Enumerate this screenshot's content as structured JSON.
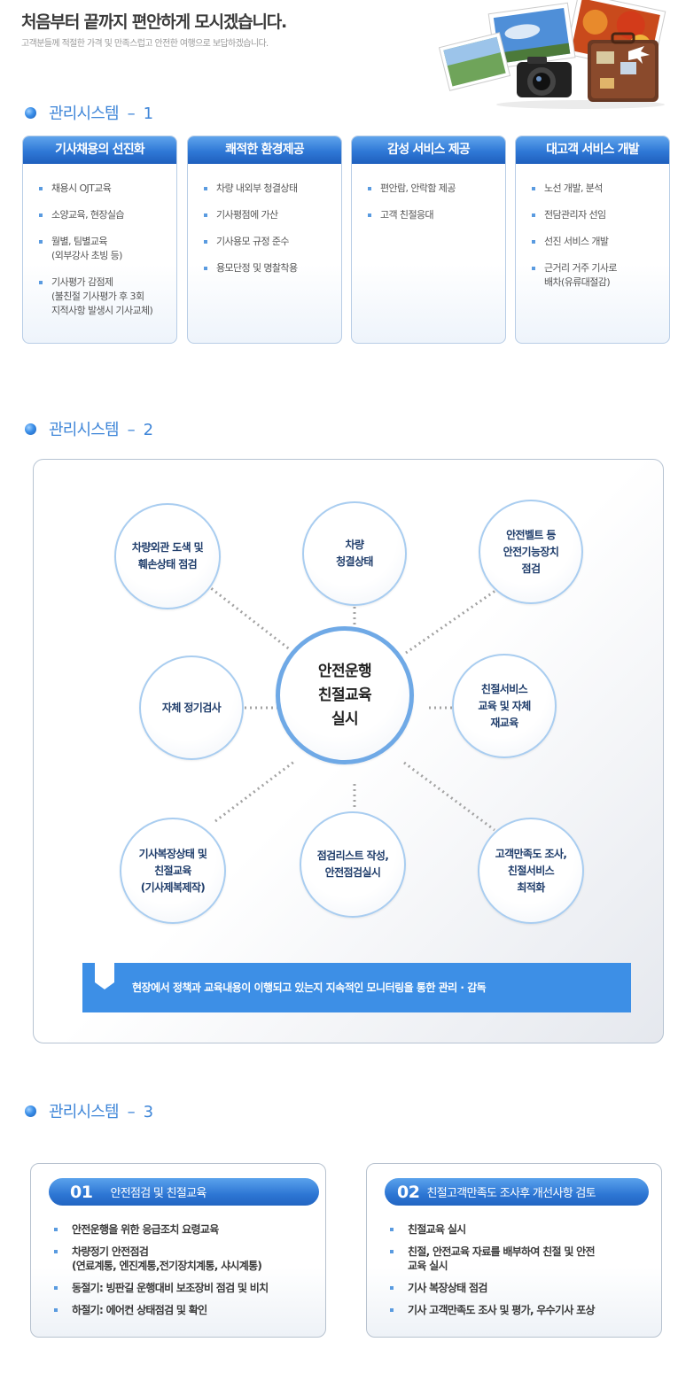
{
  "header": {
    "title": "처음부터 끝까지 편안하게 모시겠습니다.",
    "subtitle": "고객분들께 적절한 가격 및 만족스럽고 안전한 여행으로 보답하겠습니다."
  },
  "section1": {
    "heading": "관리시스템  –  1",
    "cards": [
      {
        "title": "기사채용의 선진화",
        "items": [
          "채용시 OJT교육",
          "소양교육, 현장실습",
          "월별, 팀별교육\n(외부강사 초빙 등)",
          "기사평가 감점제\n(불친절 기사평가 후 3회\n지적사항 발생시 기사교체)"
        ]
      },
      {
        "title": "쾌적한 환경제공",
        "items": [
          "차량 내외부 청결상태",
          "기사평점에 가산",
          "기사용모 규정 준수",
          "용모단정 및 명찰착용"
        ]
      },
      {
        "title": "감성 서비스 제공",
        "items": [
          "편안람, 안락함 제공",
          "고객 친절응대"
        ]
      },
      {
        "title": "대고객 서비스 개발",
        "items": [
          "노선 개발, 분석",
          "전담관리자 선임",
          "선진 서비스 개발",
          "근거리 거주 기사로\n배차(유류대절감)"
        ]
      }
    ]
  },
  "section2": {
    "heading": "관리시스템  –  2",
    "center": "안전운행\n친절교육\n실시",
    "nodes": [
      "차량외관 도색 및\n훼손상태 점검",
      "차량\n청결상태",
      "안전벨트 등\n안전기능장치\n점검",
      "자체 정기검사",
      "친절서비스\n교육 및 자체\n재교육",
      "기사복장상태 및\n친절교육\n(기사제복제작)",
      "점검리스트 작성,\n안전점검실시",
      "고객만족도 조사,\n친절서비스\n최적화"
    ],
    "banner": "현장에서 정책과 교육내용이 이행되고 있는지 지속적인 모니터링을 통한 관리 · 감독"
  },
  "section3": {
    "heading": "관리시스템  –  3",
    "boxes": [
      {
        "num": "01",
        "title": "안전점검 및 친절교육",
        "items": [
          "안전운행을 위한 응급조치 요령교육",
          "차량정기 안전점검\n(연료계통, 엔진계통,전기장치계통, 샤시계통)",
          "동절기: 빙판길 운행대비 보조장비 점검 및 비치",
          "하절기: 에어컨 상태점검 및 확인"
        ]
      },
      {
        "num": "02",
        "title": "친절고객만족도 조사후 개선사항 검토",
        "items": [
          "친절교육 실시",
          "친절, 안전교육 자료를 배부하여 친절 및 안전\n교육 실시",
          "기사 복장상태 점검",
          "기사 고객만족도 조사 및 평가, 우수기사 포상"
        ]
      }
    ]
  },
  "colors": {
    "accent": "#3d8fe6",
    "heading": "#3f86d8",
    "node_border": "#a9cdf0"
  }
}
